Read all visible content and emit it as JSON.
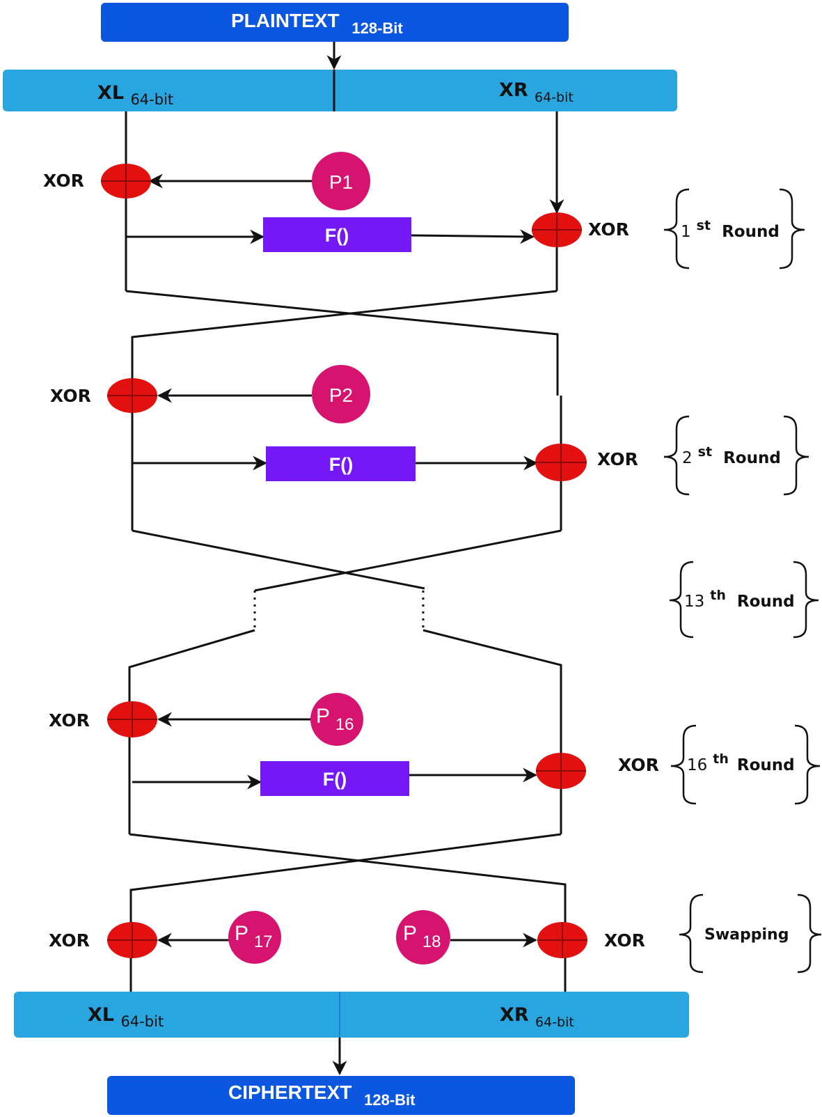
{
  "plaintext": {
    "label": "PLAINTEXT",
    "size": "128-Bit"
  },
  "ciphertext": {
    "label": "CIPHERTEXT",
    "size": "128-Bit"
  },
  "top_split": {
    "left": "XL",
    "left_size": "64-bit",
    "right": "XR",
    "right_size": "64-bit"
  },
  "bottom_split": {
    "left": "XL",
    "left_size": "64-bit",
    "right": "XR",
    "right_size": "64-bit"
  },
  "xor_label": "XOR",
  "f_label": "F()",
  "subkeys": [
    {
      "main": "P1",
      "sub": ""
    },
    {
      "main": "P2",
      "sub": ""
    },
    {
      "main": "P",
      "sub": "16"
    },
    {
      "main": "P",
      "sub": "17"
    },
    {
      "main": "P",
      "sub": "18"
    }
  ],
  "rounds": [
    {
      "num": "1",
      "sup": "st",
      "word": "Round"
    },
    {
      "num": "2",
      "sup": "st",
      "word": "Round"
    },
    {
      "num": "13",
      "sup": "th",
      "word": "Round"
    },
    {
      "num": "16",
      "sup": "th",
      "word": "Round"
    }
  ],
  "swapping_label": "Swapping",
  "colors": {
    "text_box": "#0b57e0",
    "split_box": "#29a6e0",
    "f_box": "#7418f5",
    "xor": "#e2110f",
    "subkey": "#d6146f"
  }
}
